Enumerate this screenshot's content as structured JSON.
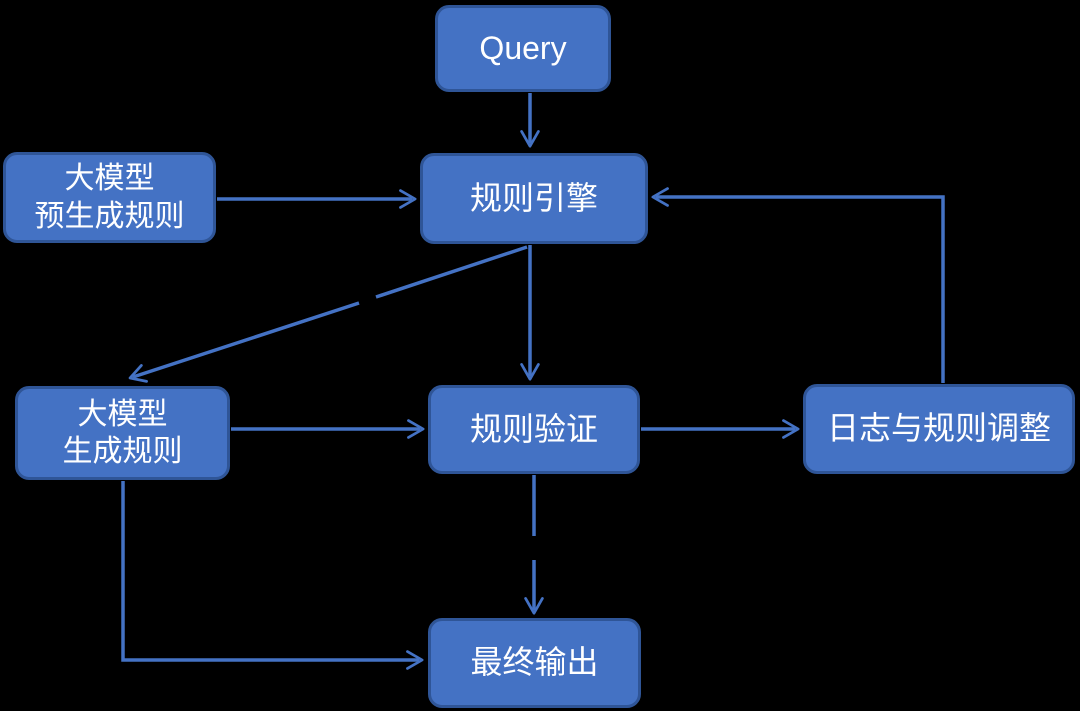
{
  "diagram": {
    "background_color": "#000000",
    "node_fill_color": "#4472C4",
    "node_border_color": "#2F5597",
    "connector_color": "#4472C4",
    "text_color": "#FFFFFF",
    "nodes": {
      "query": {
        "label": "Query"
      },
      "llm_pregen": {
        "label": "大模型\n预生成规则"
      },
      "rule_engine": {
        "label": "规则引擎"
      },
      "llm_gen": {
        "label": "大模型\n生成规则"
      },
      "rule_validation": {
        "label": "规则验证"
      },
      "log_adjust": {
        "label": "日志与规则调整"
      },
      "final_output": {
        "label": "最终输出"
      }
    },
    "edges": [
      {
        "from": "query",
        "to": "rule_engine",
        "style": "straight-down"
      },
      {
        "from": "llm_pregen",
        "to": "rule_engine",
        "style": "straight-right"
      },
      {
        "from": "rule_engine",
        "to": "rule_validation",
        "style": "straight-down"
      },
      {
        "from": "rule_engine",
        "to": "llm_gen",
        "style": "diagonal-down-left"
      },
      {
        "from": "llm_gen",
        "to": "rule_validation",
        "style": "straight-right"
      },
      {
        "from": "rule_validation",
        "to": "log_adjust",
        "style": "straight-right"
      },
      {
        "from": "log_adjust",
        "to": "rule_engine",
        "style": "elbow-up-left-feedback"
      },
      {
        "from": "rule_validation",
        "to": "final_output",
        "style": "straight-down"
      },
      {
        "from": "llm_gen",
        "to": "final_output",
        "style": "elbow-down-right"
      }
    ]
  }
}
